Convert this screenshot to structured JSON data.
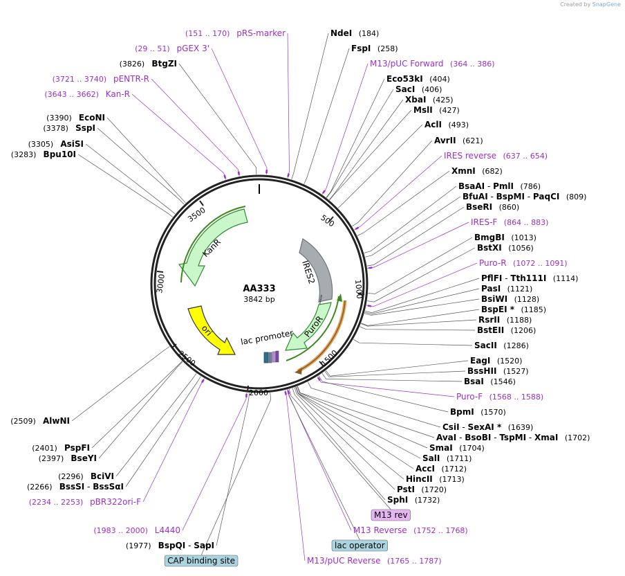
{
  "header": {
    "credit_prefix": "Created by",
    "credit_brand": "SnapGene"
  },
  "plasmid": {
    "name": "AA333",
    "size_label": "3842 bp",
    "length": 3842
  },
  "ticks": [
    "500",
    "1000",
    "1500",
    "2000",
    "2500",
    "3000",
    "3500"
  ],
  "colors": {
    "enzyme": "#000000",
    "primer": "#9b2fc9",
    "feature_box_purple": "#e4b5f0",
    "feature_box_blue": "#a9d4e0",
    "kanr": "#c9f7c9",
    "ori": "#ffff00",
    "ires2": "#a6acb0",
    "puror": "#c9f7c9",
    "puror_outline": "#2f8a2f"
  },
  "features": [
    {
      "id": "kanr",
      "label": "KanR"
    },
    {
      "id": "ori",
      "label": "ori"
    },
    {
      "id": "ires2",
      "label": "IRES2"
    },
    {
      "id": "puror",
      "label": "PuroR"
    },
    {
      "id": "lac-promoter",
      "label": "lac promoter"
    }
  ],
  "right_labels": [
    {
      "kind": "enzyme",
      "parts": [
        "NdeI"
      ],
      "pos": "(184)"
    },
    {
      "kind": "enzyme",
      "parts": [
        "FspI"
      ],
      "pos": "(258)"
    },
    {
      "kind": "primer",
      "parts": [
        "M13/pUC Forward"
      ],
      "pos": "(364 .. 386)"
    },
    {
      "kind": "enzyme",
      "parts": [
        "Eco53kI"
      ],
      "pos": "(404)"
    },
    {
      "kind": "enzyme",
      "parts": [
        "SacI"
      ],
      "pos": "(406)"
    },
    {
      "kind": "enzyme",
      "parts": [
        "XbaI"
      ],
      "pos": "(425)"
    },
    {
      "kind": "enzyme",
      "parts": [
        "MslI"
      ],
      "pos": "(427)"
    },
    {
      "kind": "enzyme",
      "parts": [
        "AclI"
      ],
      "pos": "(493)"
    },
    {
      "kind": "enzyme",
      "parts": [
        "AvrII"
      ],
      "pos": "(621)"
    },
    {
      "kind": "primer",
      "parts": [
        "IRES reverse"
      ],
      "pos": "(637 .. 654)"
    },
    {
      "kind": "enzyme",
      "parts": [
        "XmnI"
      ],
      "pos": "(682)"
    },
    {
      "kind": "enzyme",
      "parts": [
        "BsaAI",
        "PmlI"
      ],
      "pos": "(786)"
    },
    {
      "kind": "enzyme",
      "parts": [
        "BfuAI",
        "BspMI",
        "PaqCI"
      ],
      "pos": "(809)"
    },
    {
      "kind": "enzyme",
      "parts": [
        "BseRI"
      ],
      "pos": "(860)"
    },
    {
      "kind": "primer",
      "parts": [
        "IRES-F"
      ],
      "pos": "(864 .. 883)"
    },
    {
      "kind": "enzyme",
      "parts": [
        "BmgBI"
      ],
      "pos": "(1013)"
    },
    {
      "kind": "enzyme",
      "parts": [
        "BstXI"
      ],
      "pos": "(1056)"
    },
    {
      "kind": "primer",
      "parts": [
        "Puro-R"
      ],
      "pos": "(1072 .. 1091)"
    },
    {
      "kind": "enzyme",
      "parts": [
        "PflFI",
        "Tth111I"
      ],
      "pos": "(1114)"
    },
    {
      "kind": "enzyme",
      "parts": [
        "PasI"
      ],
      "pos": "(1121)"
    },
    {
      "kind": "enzyme",
      "parts": [
        "BsiWI"
      ],
      "pos": "(1128)"
    },
    {
      "kind": "enzyme",
      "parts": [
        "BspEI *"
      ],
      "pos": "(1185)"
    },
    {
      "kind": "enzyme",
      "parts": [
        "RsrII"
      ],
      "pos": "(1188)"
    },
    {
      "kind": "enzyme",
      "parts": [
        "BstEII"
      ],
      "pos": "(1206)"
    },
    {
      "kind": "enzyme",
      "parts": [
        "SacII"
      ],
      "pos": "(1286)"
    },
    {
      "kind": "enzyme",
      "parts": [
        "EagI"
      ],
      "pos": "(1520)"
    },
    {
      "kind": "enzyme",
      "parts": [
        "BssHII"
      ],
      "pos": "(1527)"
    },
    {
      "kind": "enzyme",
      "parts": [
        "BsaI"
      ],
      "pos": "(1546)"
    },
    {
      "kind": "primer",
      "parts": [
        "Puro-F"
      ],
      "pos": "(1568 .. 1588)"
    },
    {
      "kind": "enzyme",
      "parts": [
        "BpmI"
      ],
      "pos": "(1570)"
    },
    {
      "kind": "enzyme",
      "parts": [
        "CsiI",
        "SexAI *"
      ],
      "pos": "(1639)"
    },
    {
      "kind": "enzyme",
      "parts": [
        "AvaI",
        "BsoBI",
        "TspMI",
        "XmaI"
      ],
      "pos": "(1702)"
    },
    {
      "kind": "enzyme",
      "parts": [
        "SmaI"
      ],
      "pos": "(1704)"
    },
    {
      "kind": "enzyme",
      "parts": [
        "SalI"
      ],
      "pos": "(1711)"
    },
    {
      "kind": "enzyme",
      "parts": [
        "AccI"
      ],
      "pos": "(1712)"
    },
    {
      "kind": "enzyme",
      "parts": [
        "HincII"
      ],
      "pos": "(1713)"
    },
    {
      "kind": "enzyme",
      "parts": [
        "PstI"
      ],
      "pos": "(1720)"
    },
    {
      "kind": "enzyme",
      "parts": [
        "SphI"
      ],
      "pos": "(1732)"
    },
    {
      "kind": "feature-box-purple",
      "parts": [
        "M13 rev"
      ],
      "pos": ""
    },
    {
      "kind": "primer",
      "parts": [
        "M13 Reverse"
      ],
      "pos": "(1752 .. 1768)"
    },
    {
      "kind": "feature-box-blue",
      "parts": [
        "lac operator"
      ],
      "pos": ""
    },
    {
      "kind": "primer",
      "parts": [
        "M13/pUC Reverse"
      ],
      "pos": "(1765 .. 1787)"
    }
  ],
  "left_labels": [
    {
      "kind": "primer",
      "parts": [
        "pRS-marker"
      ],
      "pos": "(151 .. 170)"
    },
    {
      "kind": "primer",
      "parts": [
        "pGEX 3'"
      ],
      "pos": "(29 .. 51)"
    },
    {
      "kind": "enzyme",
      "parts": [
        "BtgZI"
      ],
      "pos": "(3826)"
    },
    {
      "kind": "primer",
      "parts": [
        "pENTR-R"
      ],
      "pos": "(3721 .. 3740)"
    },
    {
      "kind": "primer",
      "parts": [
        "Kan-R"
      ],
      "pos": "(3643 .. 3662)"
    },
    {
      "kind": "enzyme",
      "parts": [
        "EcoNI"
      ],
      "pos": "(3390)"
    },
    {
      "kind": "enzyme",
      "parts": [
        "SspI"
      ],
      "pos": "(3378)"
    },
    {
      "kind": "enzyme",
      "parts": [
        "AsiSI"
      ],
      "pos": "(3305)"
    },
    {
      "kind": "enzyme",
      "parts": [
        "Bpu10I"
      ],
      "pos": "(3283)"
    },
    {
      "kind": "enzyme",
      "parts": [
        "AlwNI"
      ],
      "pos": "(2509)"
    },
    {
      "kind": "enzyme",
      "parts": [
        "PspFI"
      ],
      "pos": "(2401)"
    },
    {
      "kind": "enzyme",
      "parts": [
        "BseYI"
      ],
      "pos": "(2397)"
    },
    {
      "kind": "enzyme",
      "parts": [
        "BciVI"
      ],
      "pos": "(2296)"
    },
    {
      "kind": "enzyme",
      "parts": [
        "BssSI",
        "BssSαI"
      ],
      "pos": "(2266)"
    },
    {
      "kind": "primer",
      "parts": [
        "pBR322ori-F"
      ],
      "pos": "(2234 .. 2253)"
    },
    {
      "kind": "primer",
      "parts": [
        "L4440"
      ],
      "pos": "(1983 .. 2000)"
    },
    {
      "kind": "enzyme",
      "parts": [
        "BspQI",
        "SapI"
      ],
      "pos": "(1977)"
    },
    {
      "kind": "feature-box-blue",
      "parts": [
        "CAP binding site"
      ],
      "pos": ""
    }
  ]
}
